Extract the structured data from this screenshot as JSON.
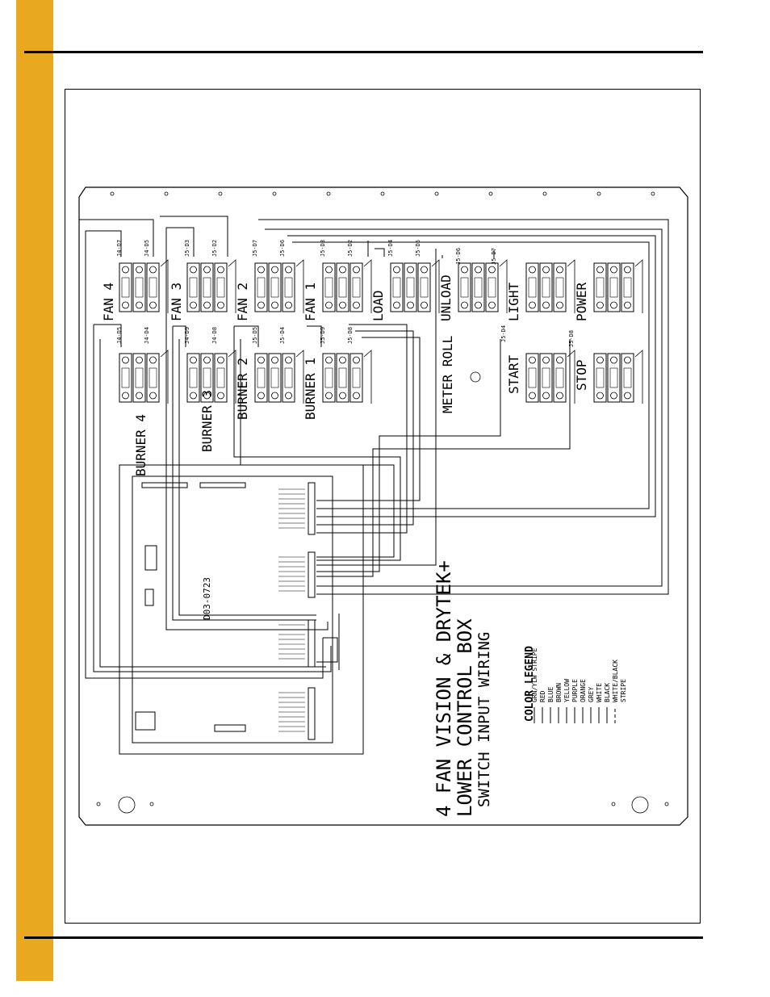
{
  "diagram": {
    "fan_labels": [
      "FAN 4",
      "FAN 3",
      "FAN 2",
      "FAN 1"
    ],
    "function_labels": [
      "LOAD",
      "UNLOAD",
      "LIGHT",
      "POWER"
    ],
    "burner_labels": [
      "BURNER 4",
      "BURNER 3",
      "BURNER 2",
      "BURNER 1"
    ],
    "meter_label": "METER ROLL",
    "start_label": "START",
    "stop_label": "STOP",
    "board_id": "D03-0723",
    "title_line1": "4 FAN VISION & DRYTEK+",
    "title_line2": "LOWER CONTROL BOX",
    "title_line3": "SWITCH INPUT WIRING",
    "legend_title": "COLOR LEGEND",
    "legend_items": [
      "GRN/YLW STRIPE",
      "RED",
      "BLUE",
      "BROWN",
      "YELLOW",
      "PURPLE",
      "ORANGE",
      "GREY",
      "WHITE",
      "BLACK",
      "WHITE/BLACK",
      "STRIPE"
    ],
    "connector_tags": [
      "J4-D7",
      "J4-D5",
      "J5-D3",
      "J5-D2",
      "J5-D7",
      "J5-D6",
      "J5-D3",
      "J5-D2",
      "J5-D4",
      "J5-D5",
      "J5-D6",
      "J5-D7",
      "J4-D5",
      "J4-D4",
      "J4-D9",
      "J4-D8",
      "J5-D5",
      "J5-D4",
      "J5-D9",
      "J5-D8",
      "J5-D4",
      "J5-D8"
    ]
  }
}
